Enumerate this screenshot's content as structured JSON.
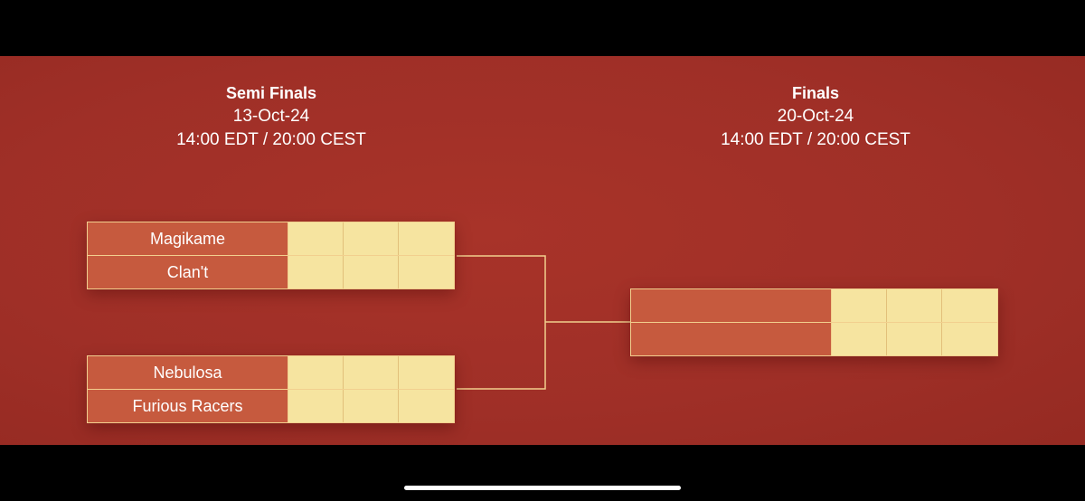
{
  "rounds": {
    "semi": {
      "title": "Semi Finals",
      "date": "13-Oct-24",
      "time": "14:00 EDT / 20:00 CEST"
    },
    "final": {
      "title": "Finals",
      "date": "20-Oct-24",
      "time": "14:00 EDT / 20:00 CEST"
    }
  },
  "matches": {
    "semi_1": {
      "team1": "Magikame",
      "team2": "Clan't"
    },
    "semi_2": {
      "team1": "Nebulosa",
      "team2": "Furious Racers"
    },
    "final": {
      "team1": "",
      "team2": ""
    }
  },
  "colors": {
    "background": "#a23129",
    "team_cell": "#c65a3e",
    "score_cell": "#f6e4a0",
    "line": "#f2cf8e"
  }
}
